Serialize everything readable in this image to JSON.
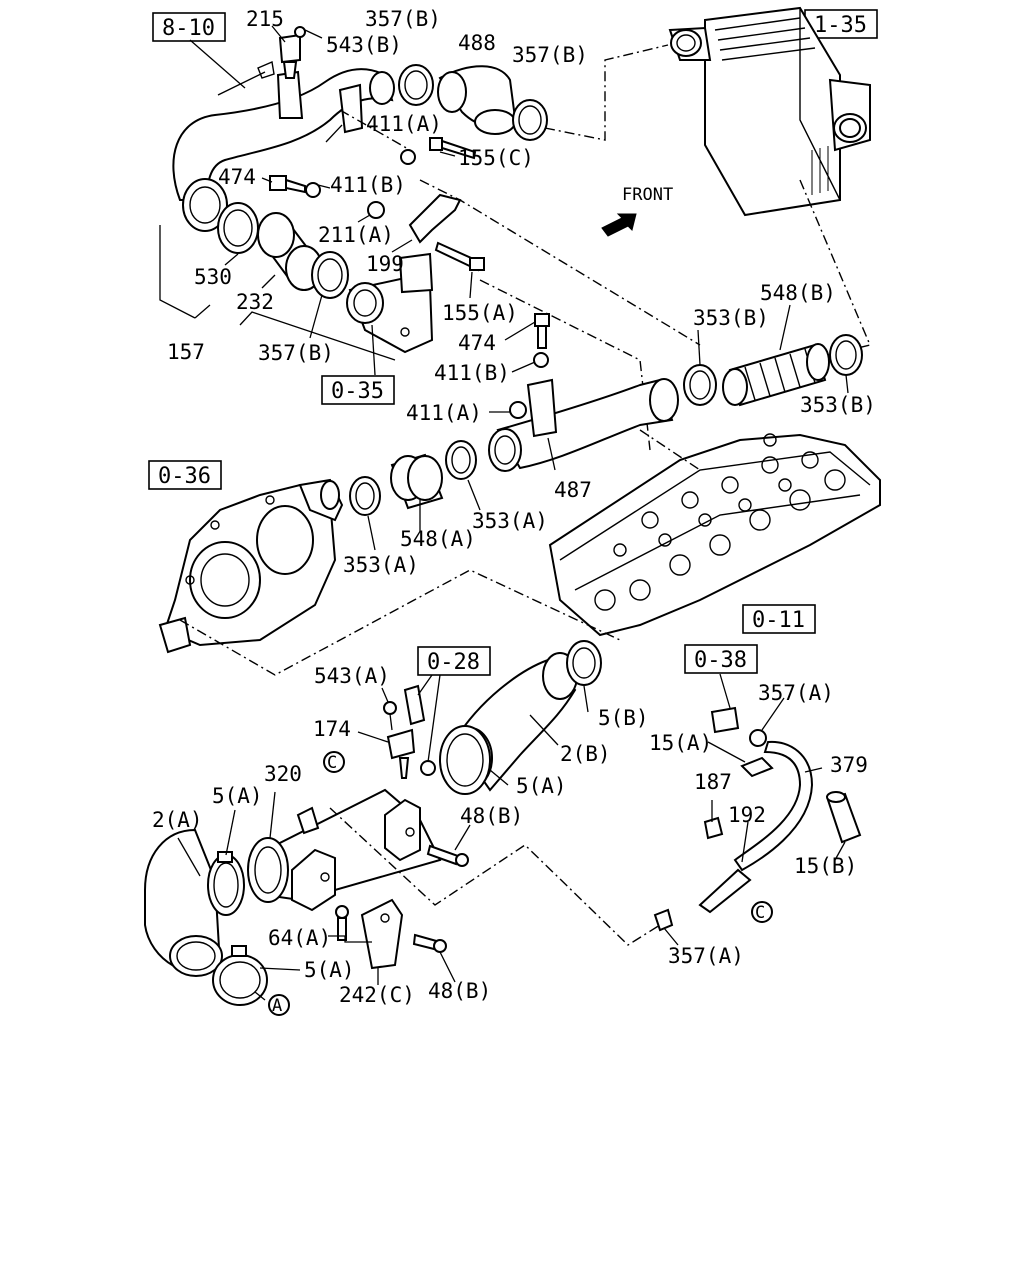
{
  "diagram": {
    "front_label": "FRONT",
    "reference_boxes": {
      "r810": "8-10",
      "r135": "1-35",
      "r035": "0-35",
      "r036": "0-36",
      "r011": "0-11",
      "r028": "0-28",
      "r038": "0-38"
    },
    "callouts": {
      "c215": "215",
      "c543b": "543(B)",
      "c357b_top": "357(B)",
      "c488": "488",
      "c357b_right": "357(B)",
      "c411a_top": "411(A)",
      "c155c": "155(C)",
      "c474_left": "474",
      "c411b_top": "411(B)",
      "c211a": "211(A)",
      "c199": "199",
      "c530": "530",
      "c232": "232",
      "c157": "157",
      "c357b_low": "357(B)",
      "c155a": "155(A)",
      "c474_mid": "474",
      "c411b_mid": "411(B)",
      "c411a_mid": "411(A)",
      "c548b": "548(B)",
      "c353b_top": "353(B)",
      "c353b_low": "353(B)",
      "c487": "487",
      "c353a_right": "353(A)",
      "c548a": "548(A)",
      "c353a_left": "353(A)",
      "c543a": "543(A)",
      "c174": "174",
      "c320": "320",
      "c5a_left": "5(A)",
      "c2a": "2(A)",
      "c5b": "5(B)",
      "c2b": "2(B)",
      "c5a_mid": "5(A)",
      "c48b_top": "48(B)",
      "c64a": "64(A)",
      "c5a_bot": "5(A)",
      "c48b_bot": "48(B)",
      "c242c": "242(C)",
      "c357a_top": "357(A)",
      "c15a": "15(A)",
      "c379": "379",
      "c187": "187",
      "c192": "192",
      "c15b": "15(B)",
      "c357a_bot": "357(A)"
    },
    "connectors": {
      "connA": "A",
      "connC_left": "C",
      "connC_right": "C"
    }
  }
}
